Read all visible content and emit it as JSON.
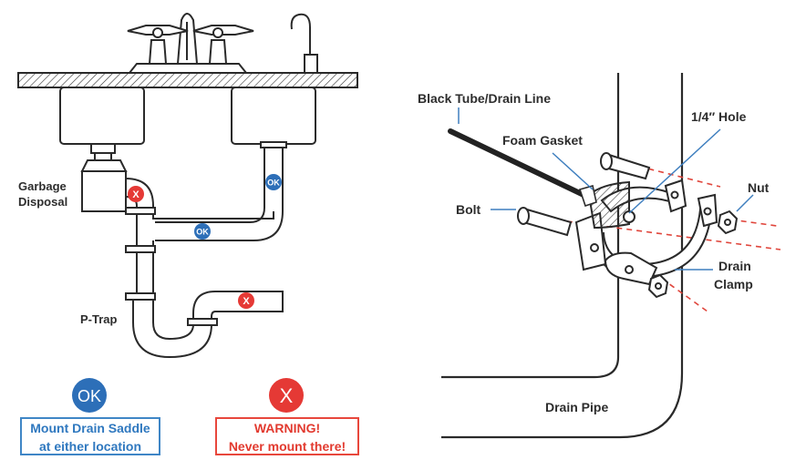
{
  "colors": {
    "ok_blue": "#2d6fb8",
    "warn_red": "#e53935",
    "ok_box_text": "#2f78bf",
    "warn_box_text": "#e23a2f",
    "line": "#2a2a2a",
    "leader": "#3f7fbf",
    "dash": "#e0463c"
  },
  "left": {
    "labels": {
      "garbage_disposal_line1": "Garbage",
      "garbage_disposal_line2": "Disposal",
      "p_trap": "P-Trap"
    },
    "markers": {
      "ok": "OK",
      "x": "X"
    },
    "legend": {
      "ok_symbol": "OK",
      "ok_line1": "Mount Drain Saddle",
      "ok_line2": "at either location",
      "x_symbol": "X",
      "warn_line1": "WARNING!",
      "warn_line2": "Never mount there!"
    }
  },
  "right": {
    "labels": {
      "black_tube": "Black Tube/Drain Line",
      "foam_gasket": "Foam Gasket",
      "hole": "1/4″ Hole",
      "bolt": "Bolt",
      "nut": "Nut",
      "drain_clamp_line1": "Drain",
      "drain_clamp_line2": "Clamp",
      "drain_pipe": "Drain Pipe"
    }
  }
}
